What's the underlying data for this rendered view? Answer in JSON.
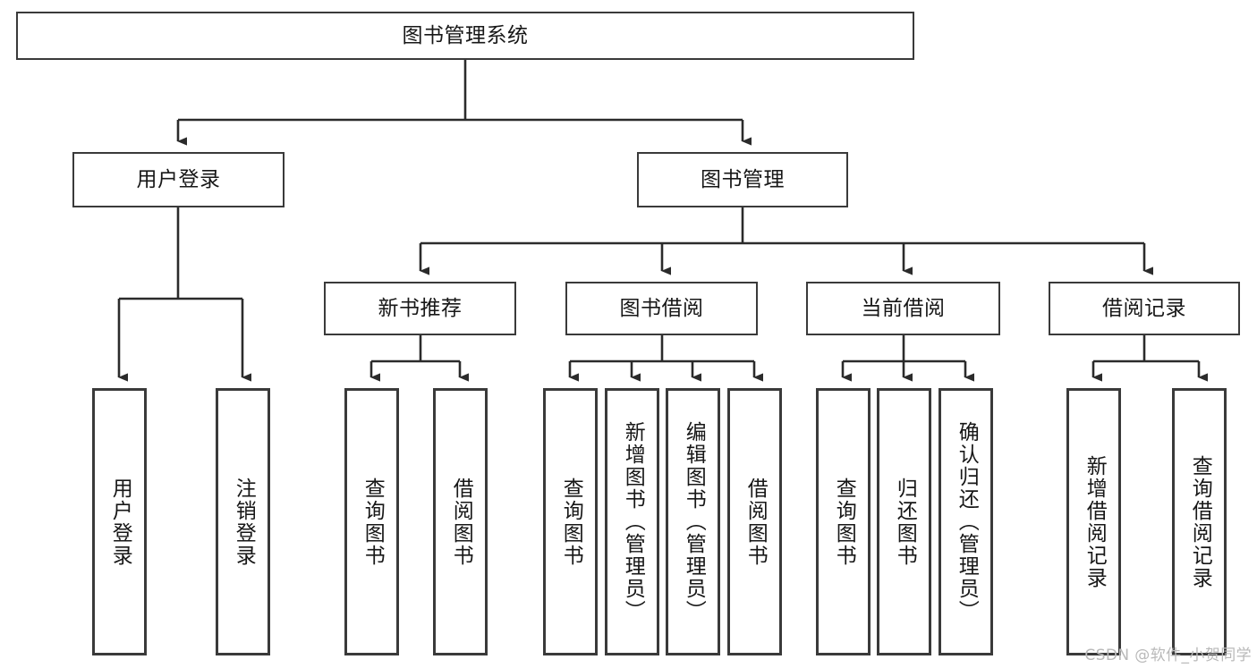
{
  "diagram": {
    "title": "图书管理系统",
    "type": "hierarchy-tree",
    "watermark": "CSDN @软件_小贺同学",
    "colors": {
      "box_border": "#3a3a3a",
      "connector": "#2b2b2b",
      "background": "#ffffff",
      "watermark": "#b9b9b9"
    },
    "levels": {
      "root": {
        "label": "图书管理系统"
      },
      "level2": [
        {
          "label": "用户登录"
        },
        {
          "label": "图书管理"
        }
      ],
      "level3": [
        {
          "label": "新书推荐"
        },
        {
          "label": "图书借阅"
        },
        {
          "label": "当前借阅"
        },
        {
          "label": "借阅记录"
        }
      ],
      "leaves": [
        {
          "label": "用户登录",
          "parent": "用户登录"
        },
        {
          "label": "注销登录",
          "parent": "用户登录"
        },
        {
          "label": "查询图书",
          "parent": "新书推荐"
        },
        {
          "label": "借阅图书",
          "parent": "新书推荐"
        },
        {
          "label": "查询图书",
          "parent": "图书借阅"
        },
        {
          "label": "新增图书（管理员）",
          "parent": "图书借阅"
        },
        {
          "label": "编辑图书（管理员）",
          "parent": "图书借阅"
        },
        {
          "label": "借阅图书",
          "parent": "图书借阅"
        },
        {
          "label": "查询图书",
          "parent": "当前借阅"
        },
        {
          "label": "归还图书",
          "parent": "当前借阅"
        },
        {
          "label": "确认归还（管理员）",
          "parent": "当前借阅"
        },
        {
          "label": "新增借阅记录",
          "parent": "借阅记录"
        },
        {
          "label": "查询借阅记录",
          "parent": "借阅记录"
        }
      ]
    }
  }
}
